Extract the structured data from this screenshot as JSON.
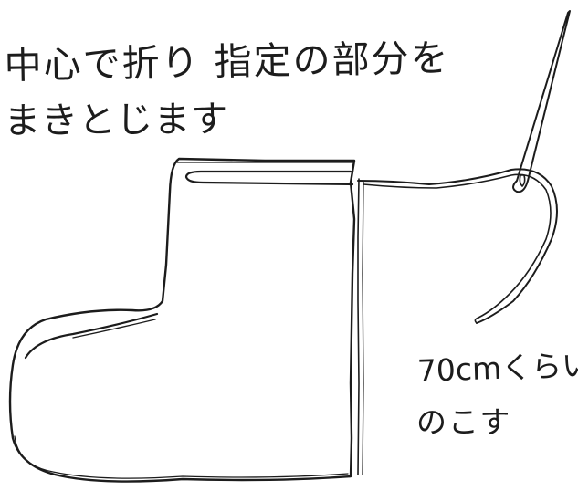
{
  "instruction": {
    "line1": "中心で折り 指定の部分を",
    "line2": "まきとじます"
  },
  "note": {
    "line1": "70cmくらい",
    "line2": "のこす"
  },
  "colors": {
    "ink": "#1c1c1c",
    "background": "#ffffff"
  }
}
